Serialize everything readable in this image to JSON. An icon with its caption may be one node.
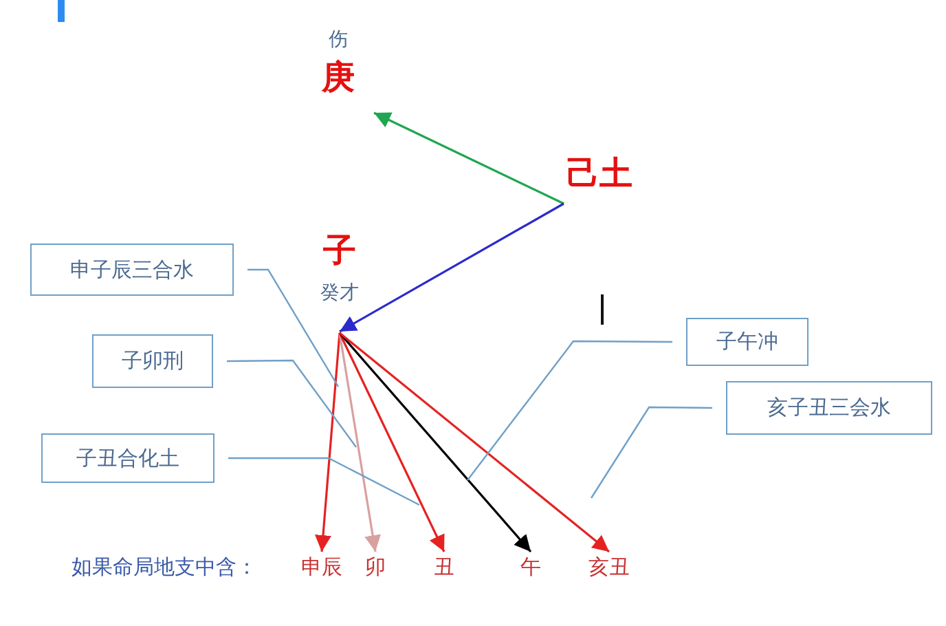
{
  "diagram": {
    "nodes": [
      {
        "text": [
          "伤",
          "庚"
        ]
      },
      {
        "text": [
          "己土"
        ]
      },
      {
        "text": [
          "子",
          "癸才"
        ]
      },
      {
        "text": [
          "申子辰三合水"
        ]
      },
      {
        "text": [
          "子卯刑"
        ]
      },
      {
        "text": [
          "子丑合化土"
        ]
      },
      {
        "text": [
          "子午冲"
        ]
      },
      {
        "text": [
          "亥子丑三会水"
        ]
      },
      {
        "text": [
          "申辰"
        ]
      },
      {
        "text": [
          "卯"
        ]
      },
      {
        "text": [
          "丑"
        ]
      },
      {
        "text": [
          "午"
        ]
      },
      {
        "text": [
          "亥丑"
        ]
      }
    ],
    "edges": [
      {
        "from": 1,
        "to": 0,
        "arrow": "to",
        "color": "#1fa650"
      },
      {
        "from": 1,
        "to": 2,
        "arrow": "to",
        "color": "#2b2bcc"
      },
      {
        "from": 2,
        "to": 8,
        "arrow": "to",
        "color": "#e52222"
      },
      {
        "from": 2,
        "to": 9,
        "arrow": "to",
        "color": "#d9a0a0"
      },
      {
        "from": 2,
        "to": 10,
        "arrow": "to",
        "color": "#e52222"
      },
      {
        "from": 2,
        "to": 11,
        "arrow": "to",
        "color": "#000000"
      },
      {
        "from": 2,
        "to": 12,
        "arrow": "to",
        "color": "#e52222"
      },
      {
        "from": 3,
        "to": null,
        "arrow": "none"
      },
      {
        "from": 4,
        "to": null,
        "arrow": "none"
      },
      {
        "from": 5,
        "to": null,
        "arrow": "none"
      },
      {
        "from": 6,
        "to": null,
        "arrow": "none"
      },
      {
        "from": 7,
        "to": null,
        "arrow": "none"
      }
    ],
    "labels": [
      "如果命局地支中含："
    ]
  }
}
